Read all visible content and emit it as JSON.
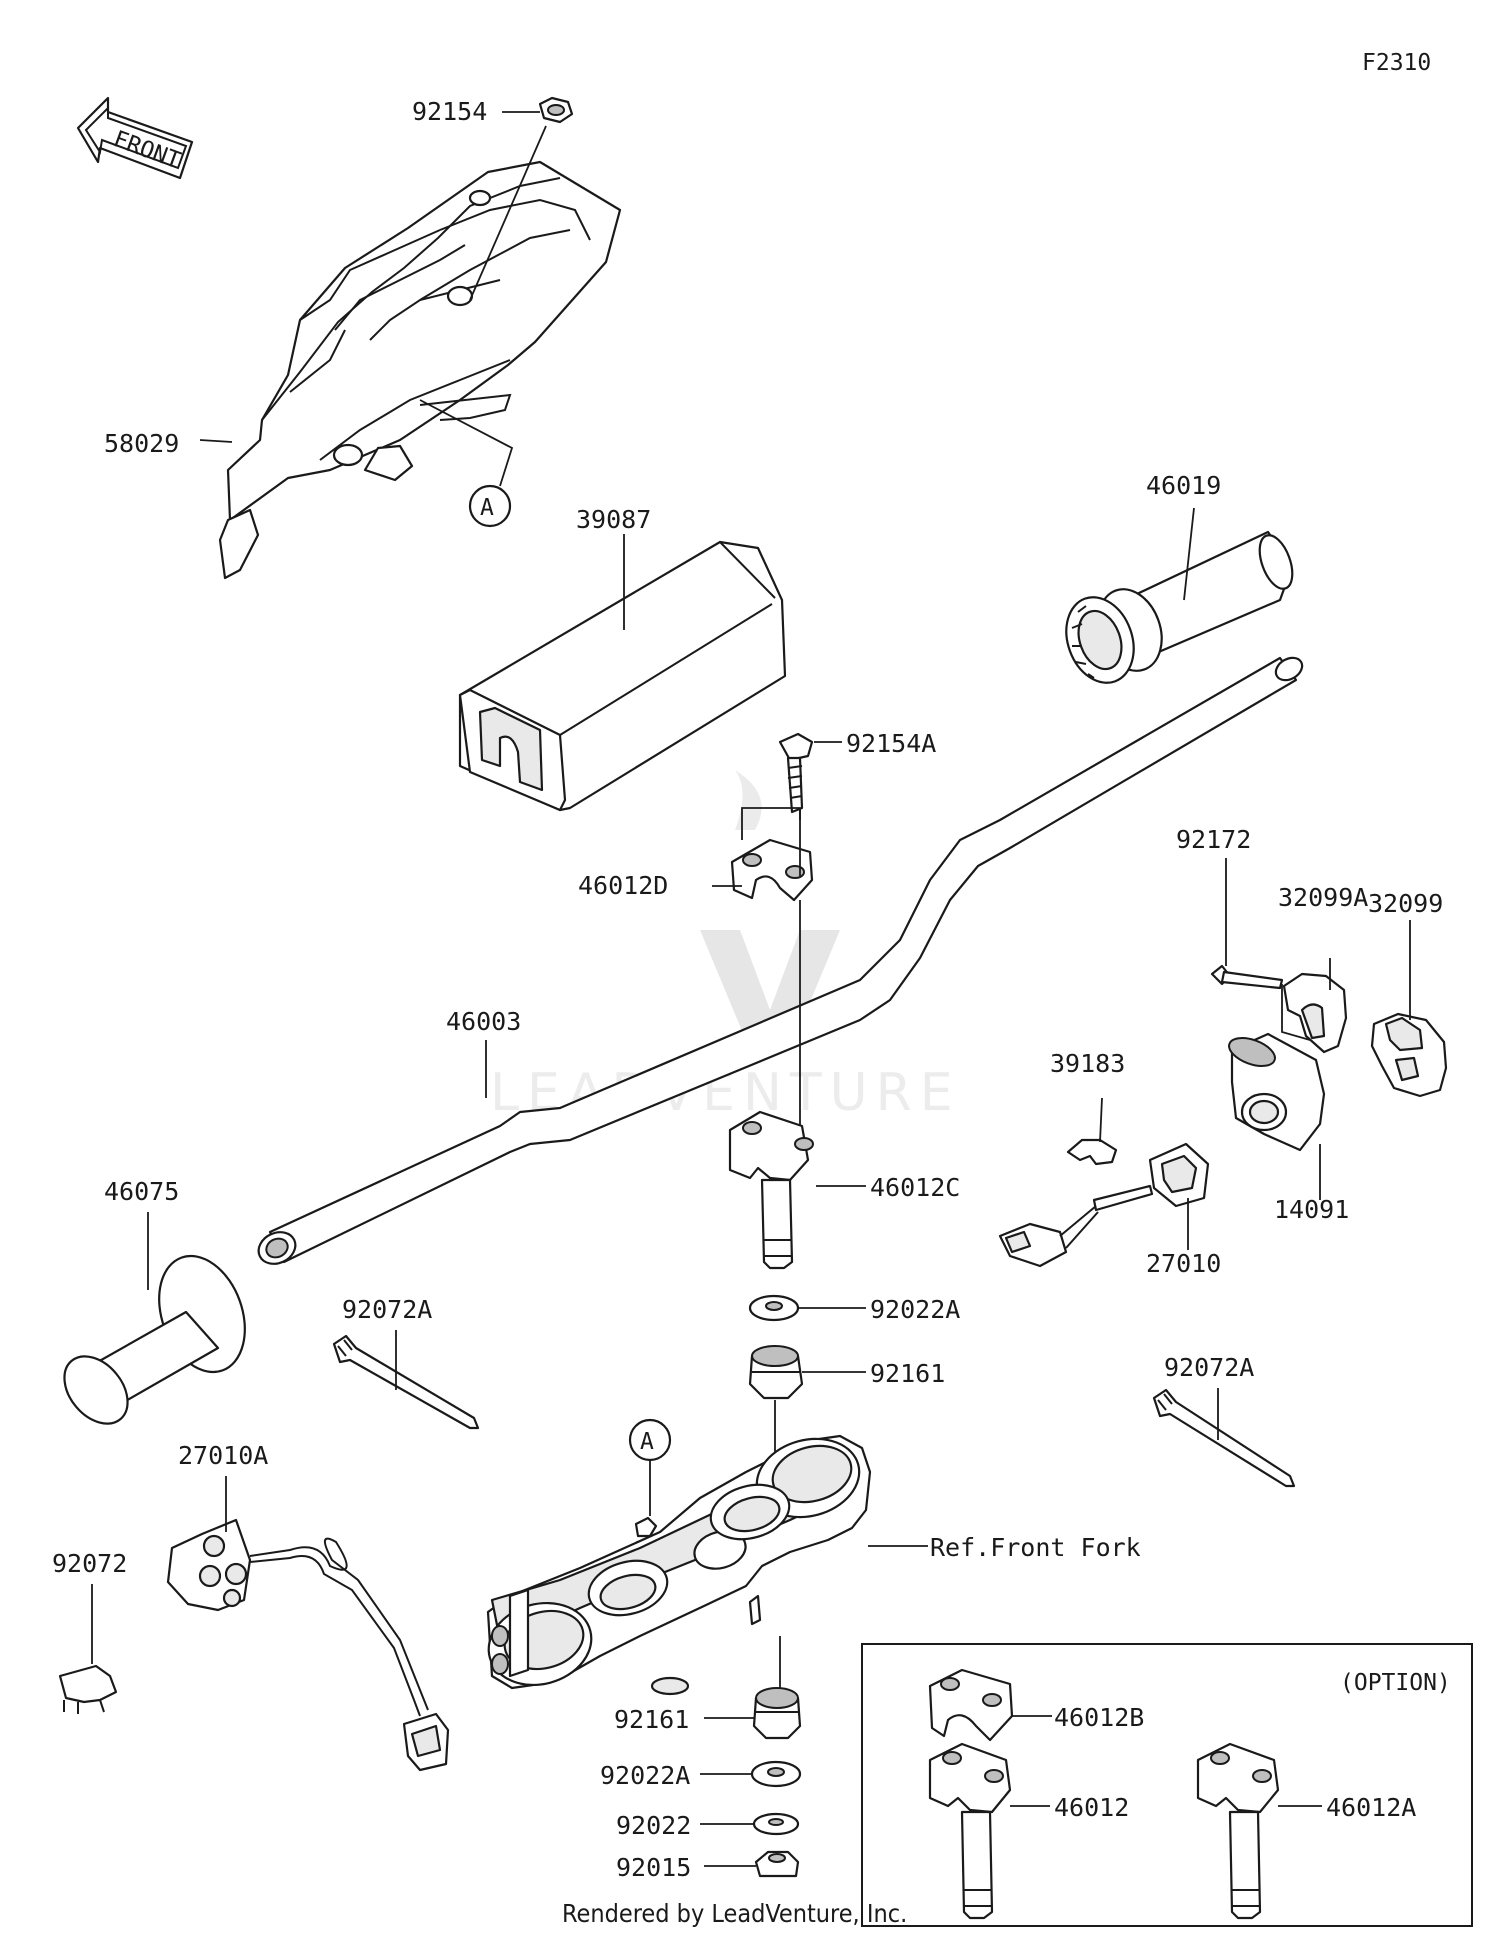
{
  "figure_code": "F2310",
  "front_arrow_label": "FRONT",
  "watermark_text": "LEADVENTURE",
  "footer": "Rendered by LeadVenture, Inc.",
  "option_box_label": "(OPTION)",
  "callout_A": "A",
  "parts": {
    "p92154": "92154",
    "p58029": "58029",
    "p39087": "39087",
    "p46019": "46019",
    "p92154A": "92154A",
    "p46012D": "46012D",
    "p92172": "92172",
    "p32099A": "32099A",
    "p32099": "32099",
    "p46003": "46003",
    "p39183": "39183",
    "p46012C": "46012C",
    "p14091": "14091",
    "p46075": "46075",
    "p27010": "27010",
    "p92022A_top": "92022A",
    "p92072A_left": "92072A",
    "p92161_top": "92161",
    "p92072A_right": "92072A",
    "p27010A": "27010A",
    "ref_front_fork": "Ref.Front Fork",
    "p92072": "92072",
    "p46012B": "46012B",
    "p92161_bottom": "92161",
    "p46012": "46012",
    "p46012A": "46012A",
    "p92022A_bottom": "92022A",
    "p92022": "92022",
    "p92015": "92015"
  }
}
